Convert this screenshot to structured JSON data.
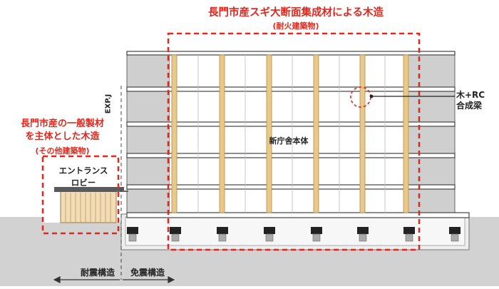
{
  "labels": {
    "main_title": "長門市産スギ大断面集成材による木造",
    "main_subtitle": "(耐火建築物)",
    "left_title_line1": "長門市産の一般製材",
    "left_title_line2": "を主体とした木造",
    "left_subtitle": "(その他建築物)",
    "entrance_line1": "エントランス",
    "entrance_line2": "ロビー",
    "main_building": "新庁舎本体",
    "beam_line1": "木+RC",
    "beam_line2": "合成梁",
    "exp_joint": "EXP.J",
    "seismic_resistant": "耐震構造",
    "seismic_isolation": "免震構造"
  },
  "colors": {
    "accent_red": "#e0281e",
    "concrete_gray": "#cfcfcf",
    "wood_tan": "#e9c98a",
    "ground_gray": "#d2d2d2",
    "text_dark": "#222222"
  }
}
